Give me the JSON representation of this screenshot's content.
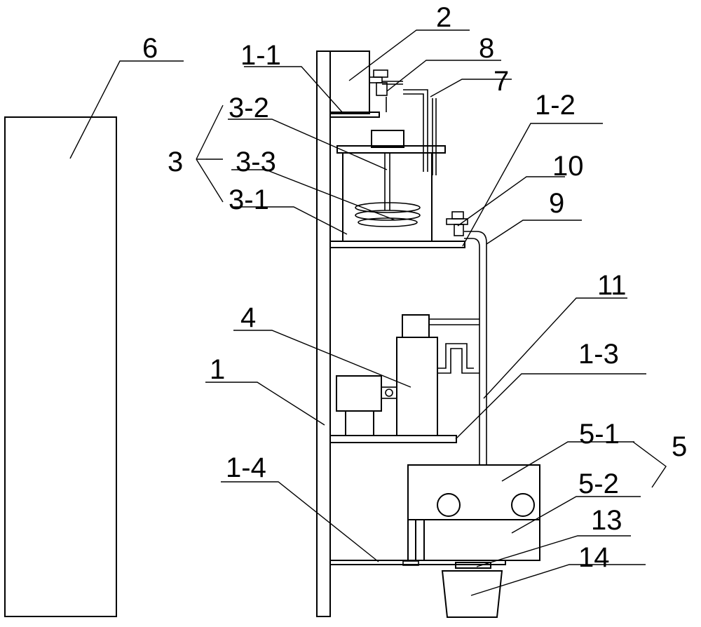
{
  "labels": {
    "l1": "1",
    "l1_1": "1-1",
    "l1_2": "1-2",
    "l1_3": "1-3",
    "l1_4": "1-4",
    "l2": "2",
    "l3": "3",
    "l3_1": "3-1",
    "l3_2": "3-2",
    "l3_3": "3-3",
    "l4": "4",
    "l5": "5",
    "l5_1": "5-1",
    "l5_2": "5-2",
    "l6": "6",
    "l7": "7",
    "l8": "8",
    "l9": "9",
    "l10": "10",
    "l11": "11",
    "l13": "13",
    "l14": "14"
  },
  "colors": {
    "line": "#000000",
    "background": "#ffffff"
  }
}
